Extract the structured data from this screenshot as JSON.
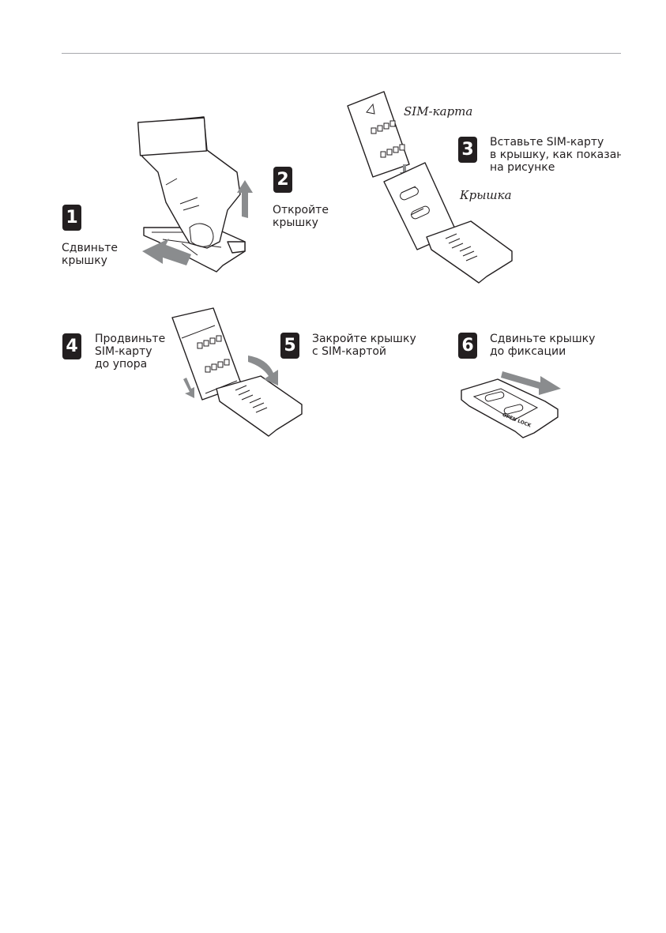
{
  "steps": [
    {
      "number": "1",
      "text": "Сдвиньте\nкрышку"
    },
    {
      "number": "2",
      "text": "Откройте\nкрышку"
    },
    {
      "number": "3",
      "text": "Вставьте SIM-карту\nв крышку, как показан\nна рисунке"
    },
    {
      "number": "4",
      "text": "Продвиньте\nSIM-карту\nдо упора"
    },
    {
      "number": "5",
      "text": "Закройте крышку\nс SIM-картой"
    },
    {
      "number": "6",
      "text": "Сдвиньте крышку\nдо фиксации"
    }
  ],
  "callouts": {
    "sim_card": "SIM-карта",
    "lid": "Крышка"
  },
  "holder_marking": "OPEN LOCK",
  "colors": {
    "ink": "#231f20",
    "rule": "#a7a9ac",
    "arrow": "#8a8c8e"
  }
}
